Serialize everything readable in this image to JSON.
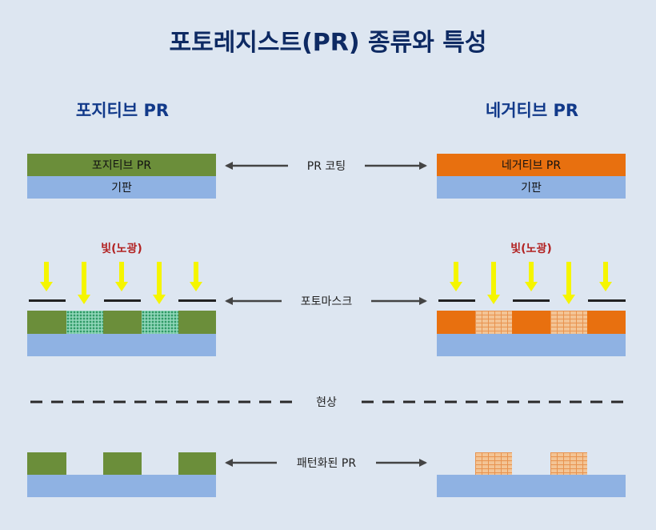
{
  "title": "포토레지스트(PR) 종류와 특성",
  "left": {
    "heading": "포지티브 PR",
    "pr_label": "포지티브 PR",
    "substrate_label": "기판",
    "light_label": "빛(노광)"
  },
  "right": {
    "heading": "네거티브 PR",
    "pr_label": "네거티브 PR",
    "substrate_label": "기판",
    "light_label": "빛(노광)"
  },
  "steps": {
    "coating": "PR 코팅",
    "photomask": "포토마스크",
    "develop": "현상",
    "patterned": "패턴화된 PR"
  },
  "colors": {
    "positive_pr": "#6b8e3a",
    "negative_pr": "#e8700f",
    "substrate": "#8fb2e3",
    "light_arrow": "#f5f500",
    "title": "#0e2a63"
  }
}
